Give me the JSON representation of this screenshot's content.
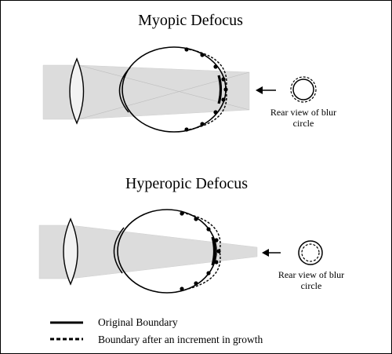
{
  "panels": {
    "myopic": {
      "title": "Myopic Defocus",
      "rear_view_label_line1": "Rear view of blur",
      "rear_view_label_line2": "circle"
    },
    "hyperopic": {
      "title": "Hyperopic Defocus",
      "rear_view_label_line1": "Rear view of blur",
      "rear_view_label_line2": "circle"
    }
  },
  "legend": {
    "solid_label": "Original Boundary",
    "dashed_label": "Boundary after an increment in growth"
  },
  "colors": {
    "beam_fill": "#dcdcdc",
    "line": "#000000",
    "background": "#ffffff"
  }
}
